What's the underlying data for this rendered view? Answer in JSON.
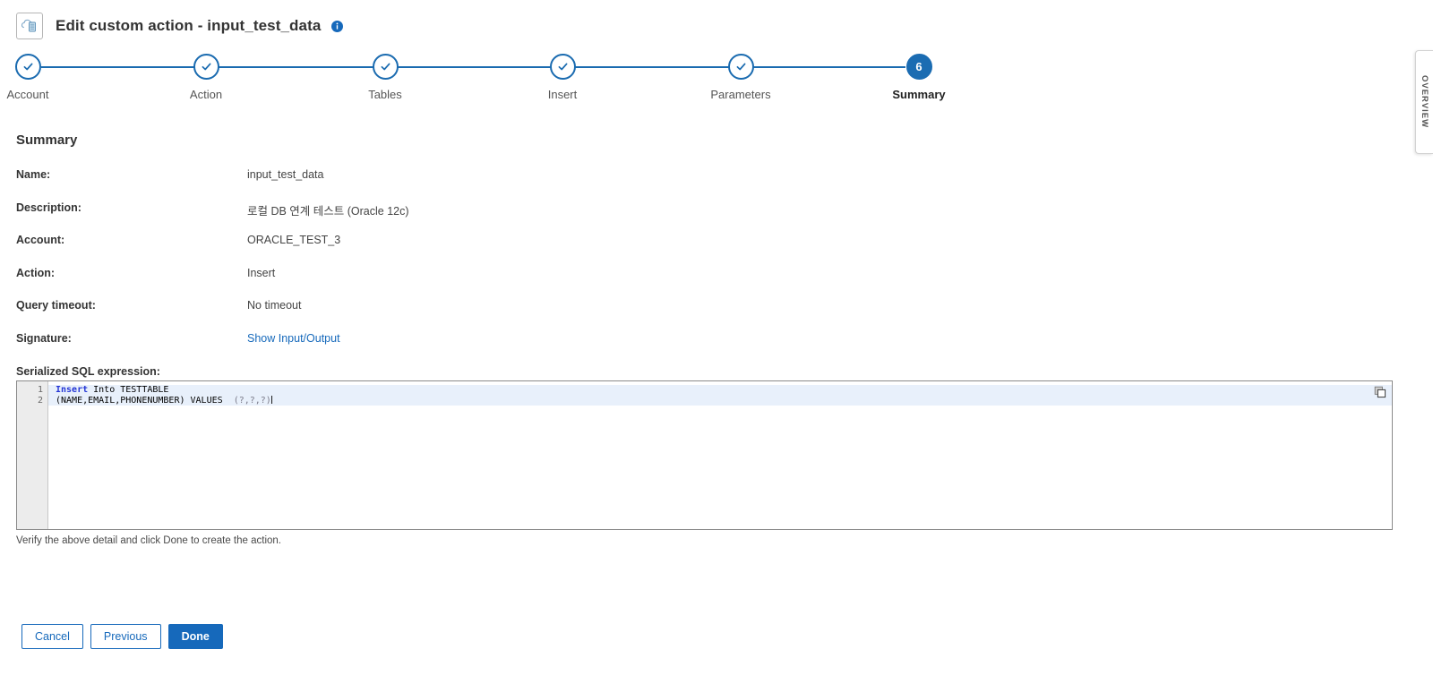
{
  "header": {
    "title": "Edit custom action - input_test_data",
    "app_icon": "cloud-database-icon",
    "info_icon": "info-icon"
  },
  "stepper": {
    "steps": [
      {
        "label": "Account",
        "state": "complete",
        "indicator": "check"
      },
      {
        "label": "Action",
        "state": "complete",
        "indicator": "check"
      },
      {
        "label": "Tables",
        "state": "complete",
        "indicator": "check"
      },
      {
        "label": "Insert",
        "state": "complete",
        "indicator": "check"
      },
      {
        "label": "Parameters",
        "state": "complete",
        "indicator": "check"
      },
      {
        "label": "Summary",
        "state": "active",
        "indicator": "6"
      }
    ],
    "line_color": "#1a6bb0",
    "active_color": "#1b6cb2"
  },
  "summary": {
    "heading": "Summary",
    "rows": [
      {
        "key": "Name:",
        "value": "input_test_data",
        "link": false
      },
      {
        "key": "Description:",
        "value": "로컬 DB 연계 테스트 (Oracle 12c)",
        "link": false
      },
      {
        "key": "Account:",
        "value": "ORACLE_TEST_3",
        "link": false
      },
      {
        "key": "Action:",
        "value": "Insert",
        "link": false
      },
      {
        "key": "Query timeout:",
        "value": "No timeout",
        "link": false
      },
      {
        "key": "Signature:",
        "value": "Show Input/Output",
        "link": true
      }
    ]
  },
  "sql_editor": {
    "label": "Serialized SQL expression:",
    "copy_icon": "copy-icon",
    "lines": [
      {
        "number": "1",
        "keyword": "Insert",
        "rest": " Into TESTTABLE",
        "tail": "",
        "highlighted": true
      },
      {
        "number": "2",
        "keyword": "",
        "rest": "(NAME,EMAIL,PHONENUMBER) VALUES  ",
        "tail": "(?,?,?)",
        "highlighted": true
      }
    ]
  },
  "hint": "Verify the above detail and click Done to create the action.",
  "footer": {
    "cancel_label": "Cancel",
    "previous_label": "Previous",
    "done_label": "Done"
  },
  "overview_panel": {
    "label": "OVERVIEW"
  }
}
